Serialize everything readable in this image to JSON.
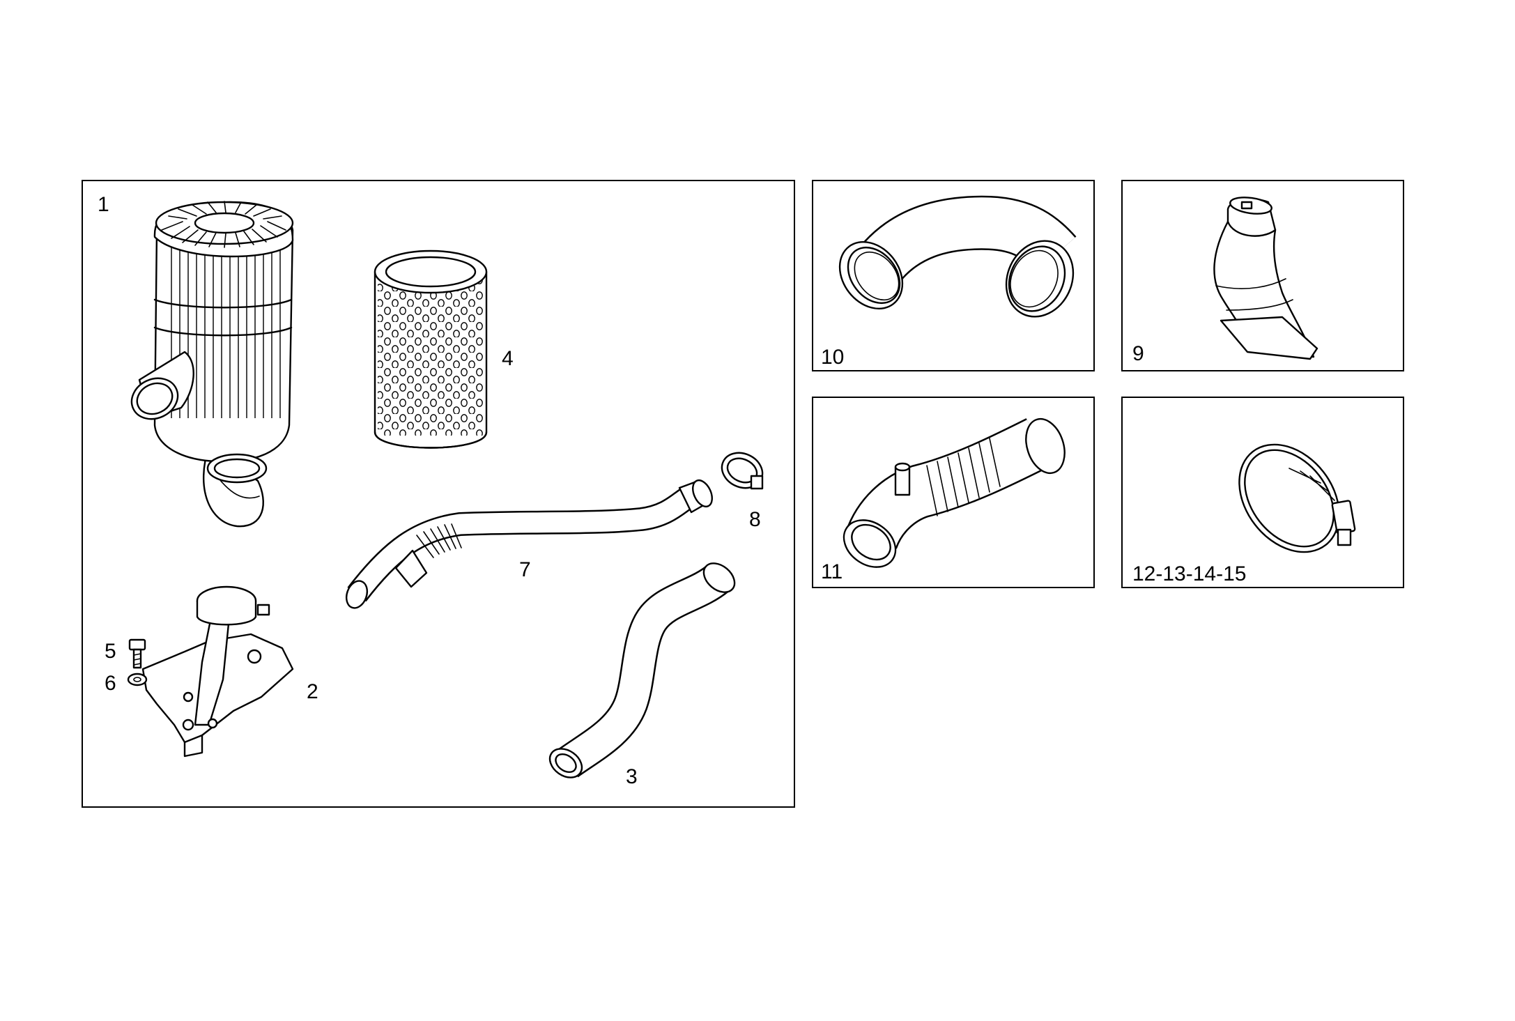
{
  "diagram": {
    "labels": {
      "p1": "1",
      "p2": "2",
      "p3": "3",
      "p4": "4",
      "p5": "5",
      "p6": "6",
      "p7": "7",
      "p8": "8",
      "p9": "9",
      "p10": "10",
      "p11": "11",
      "p12": "12-13-14-15"
    }
  }
}
